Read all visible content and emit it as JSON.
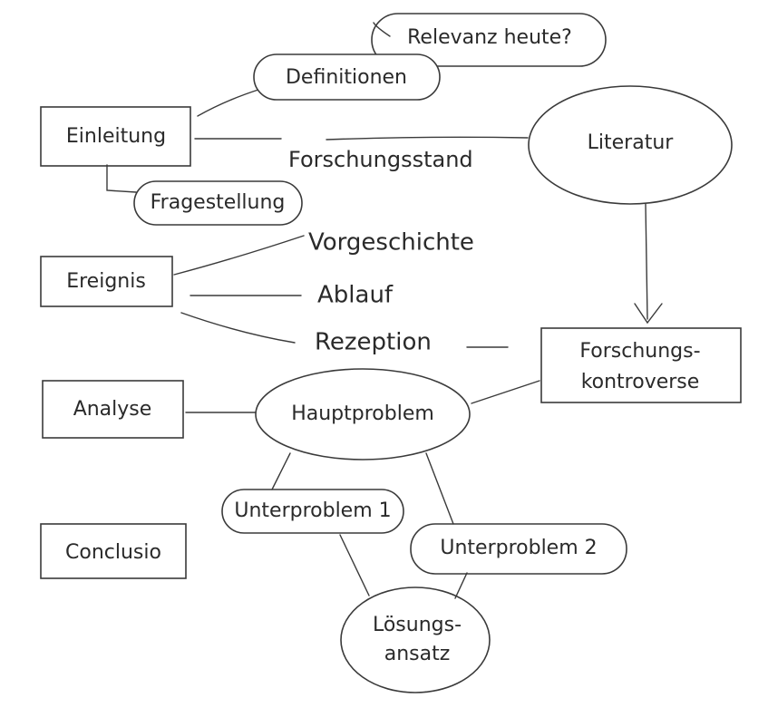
{
  "diagram": {
    "title": "",
    "style": "hand-drawn concept map",
    "colors": {
      "ink": "#3a3a3a",
      "paper": "#ffffff"
    },
    "nodes": {
      "einleitung": {
        "label": "Einleitung",
        "shape": "rectangle"
      },
      "ereignis": {
        "label": "Ereignis",
        "shape": "rectangle"
      },
      "analyse": {
        "label": "Analyse",
        "shape": "rectangle"
      },
      "conclusio": {
        "label": "Conclusio",
        "shape": "rectangle"
      },
      "definitionen": {
        "label": "Definitionen",
        "shape": "ellipse"
      },
      "relevanz": {
        "label": "Relevanz heute?",
        "shape": "ellipse"
      },
      "fragestellung": {
        "label": "Fragestellung",
        "shape": "ellipse"
      },
      "literatur": {
        "label": "Literatur",
        "shape": "ellipse"
      },
      "hauptproblem": {
        "label": "Hauptproblem",
        "shape": "ellipse"
      },
      "unterproblem1": {
        "label": "Unterproblem 1",
        "shape": "ellipse"
      },
      "unterproblem2": {
        "label": "Unterproblem 2",
        "shape": "ellipse"
      },
      "loesungsansatz": {
        "label_line1": "Lösungs-",
        "label_line2": "ansatz",
        "shape": "ellipse"
      },
      "forschungskontroverse": {
        "label_line1": "Forschungs-",
        "label_line2": "kontroverse",
        "shape": "rectangle"
      },
      "forschungsstand": {
        "label": "Forschungsstand",
        "shape": "text"
      },
      "vorgeschichte": {
        "label": "Vorgeschichte",
        "shape": "text"
      },
      "ablauf": {
        "label": "Ablauf",
        "shape": "text"
      },
      "rezeption": {
        "label": "Rezeption",
        "shape": "text"
      }
    },
    "edges": [
      {
        "from": "Einleitung",
        "to": "Definitionen"
      },
      {
        "from": "Definitionen",
        "to": "Relevanz heute?"
      },
      {
        "from": "Einleitung",
        "to": "Literatur",
        "via": "Forschungsstand"
      },
      {
        "from": "Einleitung",
        "to": "Fragestellung"
      },
      {
        "from": "Ereignis",
        "to": "Vorgeschichte"
      },
      {
        "from": "Ereignis",
        "to": "Ablauf"
      },
      {
        "from": "Ereignis",
        "to": "Rezeption"
      },
      {
        "from": "Rezeption",
        "to": "Forschungskontroverse"
      },
      {
        "from": "Literatur",
        "to": "Forschungskontroverse",
        "arrow": true
      },
      {
        "from": "Forschungskontroverse",
        "to": "Hauptproblem"
      },
      {
        "from": "Analyse",
        "to": "Hauptproblem"
      },
      {
        "from": "Hauptproblem",
        "to": "Unterproblem 1"
      },
      {
        "from": "Hauptproblem",
        "to": "Unterproblem 2"
      },
      {
        "from": "Unterproblem 1",
        "to": "Lösungsansatz"
      },
      {
        "from": "Unterproblem 2",
        "to": "Lösungsansatz"
      }
    ]
  }
}
